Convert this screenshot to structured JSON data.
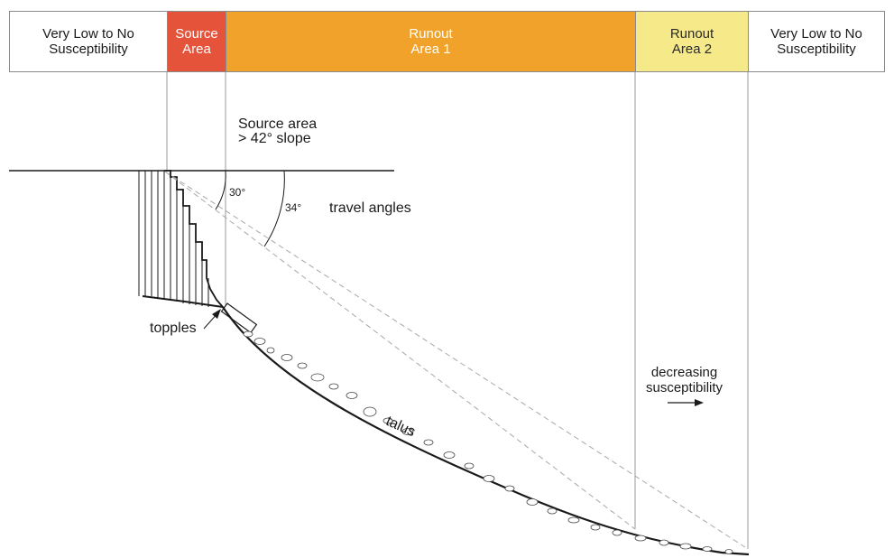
{
  "zones": [
    {
      "label": "Very Low to No\nSusceptibility",
      "color": "#ffffff",
      "text_color": "#1a1a1a"
    },
    {
      "label": "Source\nArea",
      "color": "#e5533a",
      "text_color": "#ffffff"
    },
    {
      "label": "Runout\nArea 1",
      "color": "#f0a22b",
      "text_color": "#ffffff"
    },
    {
      "label": "Runout\nArea 2",
      "color": "#f6e98a",
      "text_color": "#2a2a2a"
    },
    {
      "label": "Very Low to No\nSusceptibility",
      "color": "#ffffff",
      "text_color": "#1a1a1a"
    }
  ],
  "annotations": {
    "source_area": "Source area\n> 42° slope",
    "angle_30": "30°",
    "angle_34": "34°",
    "travel_angles": "travel angles",
    "topples": "topples",
    "talus": "talus",
    "decreasing": "decreasing\nsusceptibility"
  },
  "colors": {
    "line": "#1a1a1a",
    "divider": "#9a9a9a",
    "dashed": "#a8a8a8"
  }
}
